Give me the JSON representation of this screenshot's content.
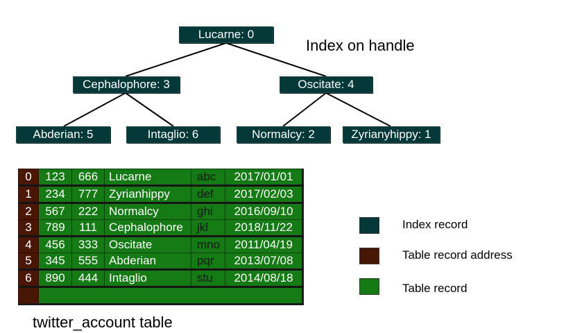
{
  "tree": {
    "title": "Index on handle",
    "nodes": {
      "root": "Lucarne: 0",
      "left": "Cephalophore: 3",
      "right": "Oscitate: 4",
      "left_left": "Abderian: 5",
      "left_right": "Intaglio: 6",
      "right_left": "Normalcy: 2",
      "right_right": "Zyrianyhippy: 1"
    }
  },
  "table": {
    "caption": "twitter_account table",
    "rows": [
      {
        "addr": "0",
        "a": "123",
        "b": "666",
        "handle": "Lucarne",
        "code": "abc",
        "date": "2017/01/01"
      },
      {
        "addr": "1",
        "a": "234",
        "b": "777",
        "handle": "Zyrianhippy",
        "code": "def",
        "date": "2017/02/03"
      },
      {
        "addr": "2",
        "a": "567",
        "b": "222",
        "handle": "Normalcy",
        "code": "ghi",
        "date": "2016/09/10"
      },
      {
        "addr": "3",
        "a": "789",
        "b": "111",
        "handle": "Cephalophore",
        "code": "jkl",
        "date": "2018/11/22"
      },
      {
        "addr": "4",
        "a": "456",
        "b": "333",
        "handle": "Oscitate",
        "code": "mno",
        "date": "2011/04/19"
      },
      {
        "addr": "5",
        "a": "345",
        "b": "555",
        "handle": "Abderian",
        "code": "pqr",
        "date": "2013/07/08"
      },
      {
        "addr": "6",
        "a": "890",
        "b": "444",
        "handle": "Intaglio",
        "code": "stu",
        "date": "2014/08/18"
      }
    ]
  },
  "legend": {
    "items": [
      {
        "label": "Index record",
        "color": "#033838"
      },
      {
        "label": "Table record address",
        "color": "#4a1606"
      },
      {
        "label": "Table record",
        "color": "#147a14"
      }
    ]
  }
}
